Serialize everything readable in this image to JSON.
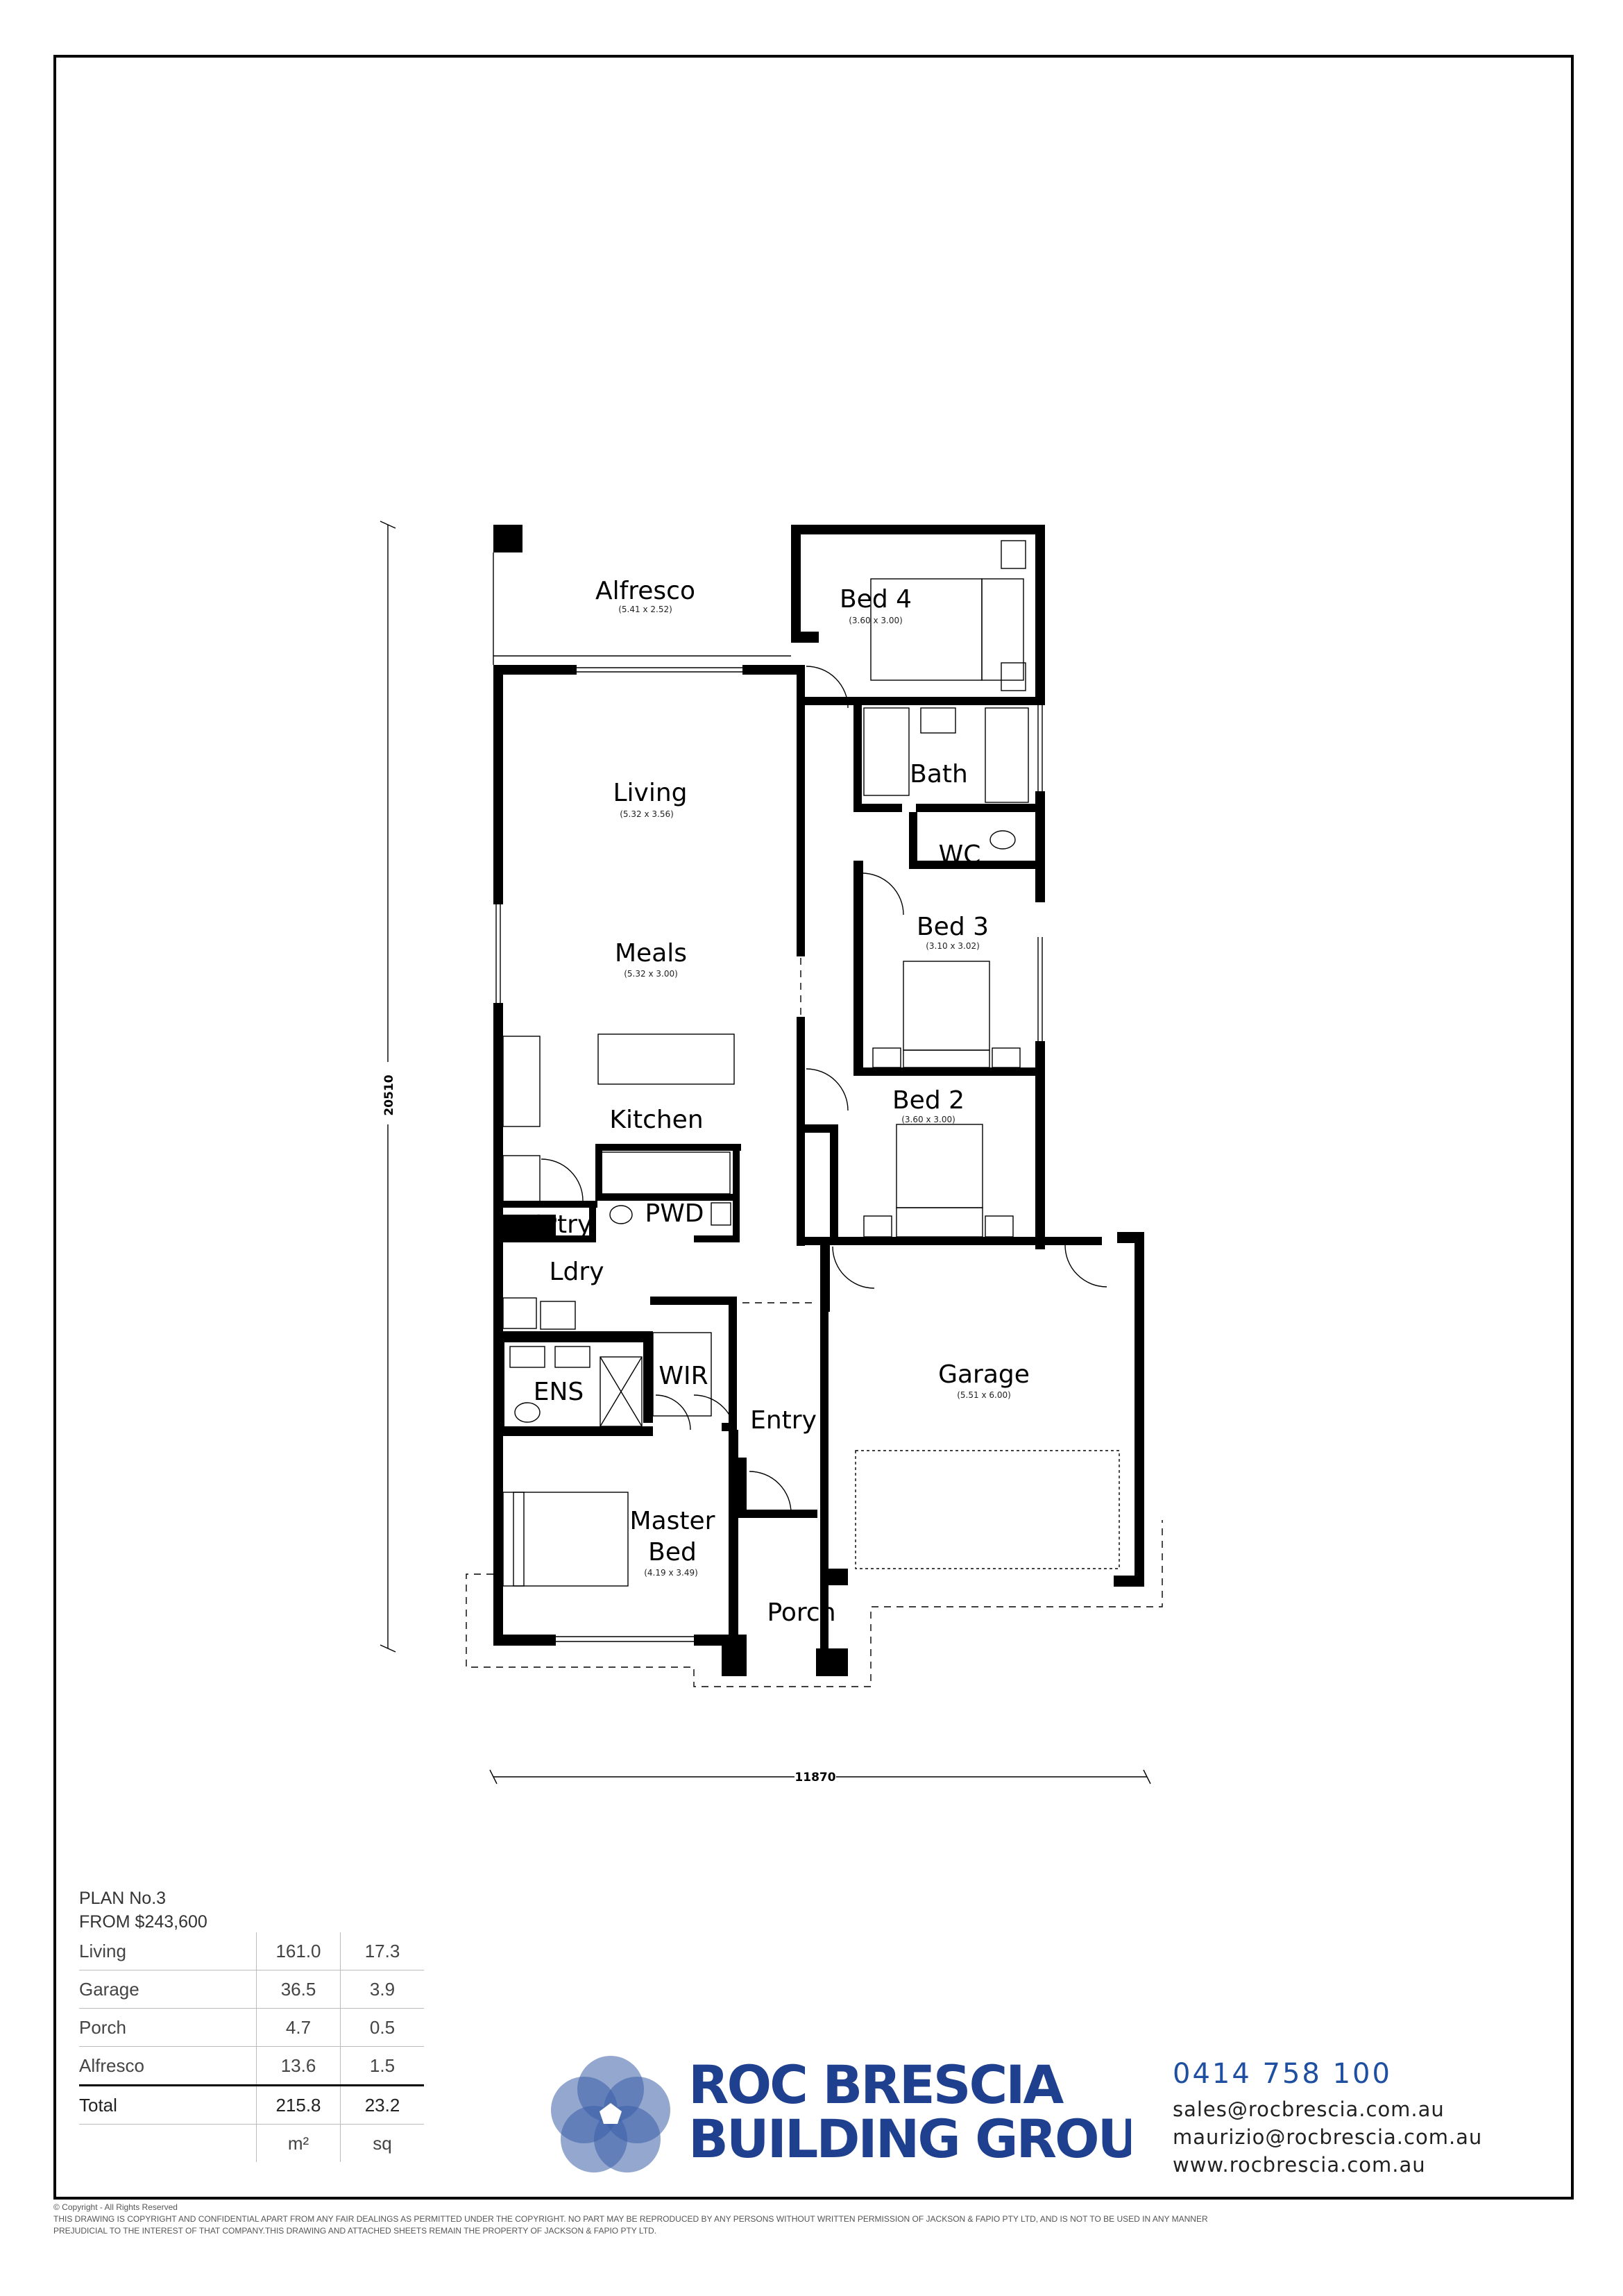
{
  "rooms": {
    "alfresco": {
      "name": "Alfresco",
      "dim": "(5.41 x 2.52)"
    },
    "bed4": {
      "name": "Bed 4",
      "dim": "(3.60 x 3.00)"
    },
    "living": {
      "name": "Living",
      "dim": "(5.32 x 3.56)"
    },
    "bath": {
      "name": "Bath"
    },
    "wc": {
      "name": "WC"
    },
    "meals": {
      "name": "Meals",
      "dim": "(5.32 x 3.00)"
    },
    "bed3": {
      "name": "Bed 3",
      "dim": "(3.10 x 3.02)"
    },
    "kitchen": {
      "name": "Kitchen"
    },
    "bed2": {
      "name": "Bed 2",
      "dim": "(3.60 x 3.00)"
    },
    "bptry": {
      "name": "B'Ptry"
    },
    "pwd": {
      "name": "PWD"
    },
    "ldry": {
      "name": "Ldry"
    },
    "ens": {
      "name": "ENS"
    },
    "wir": {
      "name": "WIR"
    },
    "entry": {
      "name": "Entry"
    },
    "garage": {
      "name": "Garage",
      "dim": "(5.51 x 6.00)"
    },
    "master": {
      "name1": "Master",
      "name2": "Bed",
      "dim": "(4.19 x 3.49)"
    },
    "porch": {
      "name": "Porch"
    }
  },
  "dimensions": {
    "height": "20510",
    "width": "11870"
  },
  "plan": {
    "number": "PLAN No.3",
    "price": "FROM $243,600"
  },
  "areas": {
    "rows": [
      {
        "label": "Living",
        "m2": "161.0",
        "sq": "17.3"
      },
      {
        "label": "Garage",
        "m2": "36.5",
        "sq": "3.9"
      },
      {
        "label": "Porch",
        "m2": "4.7",
        "sq": "0.5"
      },
      {
        "label": "Alfresco",
        "m2": "13.6",
        "sq": "1.5"
      }
    ],
    "total": {
      "label": "Total",
      "m2": "215.8",
      "sq": "23.2"
    },
    "units": {
      "m2": "m²",
      "sq": "sq"
    }
  },
  "brand": {
    "line1": "ROC BRESCIA",
    "line2": "BUILDING GROUP",
    "color": "#1f3f8f"
  },
  "contact": {
    "phone": "0414  758  100",
    "sales": "sales@rocbrescia.com.au",
    "maurizio": "maurizio@rocbrescia.com.au",
    "web": "www.rocbrescia.com.au"
  },
  "copyright": {
    "line1": "© Copyright  -  All Rights Reserved",
    "line2": "THIS DRAWING IS COPYRIGHT AND CONFIDENTIAL APART FROM ANY FAIR DEALINGS AS PERMITTED UNDER THE COPYRIGHT. NO PART MAY BE REPRODUCED BY ANY PERSONS WITHOUT WRITTEN PERMISSION OF JACKSON & FAPIO PTY LTD, AND IS NOT TO BE USED IN ANY MANNER",
    "line3": "PREJUDICIAL TO THE INTEREST OF THAT COMPANY.THIS DRAWING AND ATTACHED SHEETS REMAIN THE PROPERTY OF JACKSON & FAPIO PTY LTD."
  }
}
